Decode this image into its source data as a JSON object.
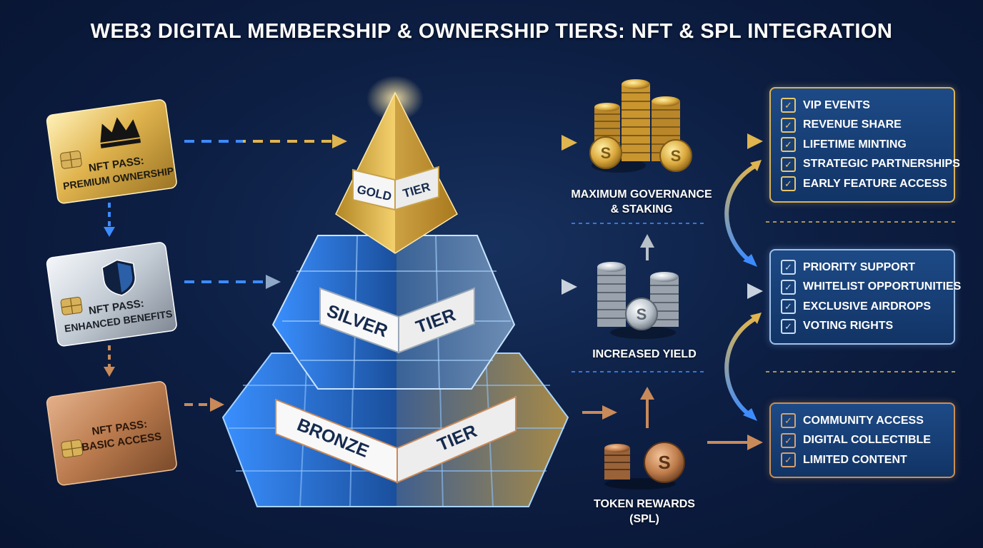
{
  "title": "WEB3 DIGITAL MEMBERSHIP & OWNERSHIP TIERS: NFT & SPL INTEGRATION",
  "colors": {
    "background": "#0d1f44",
    "gold": "#e0b44e",
    "silver": "#c9d2dc",
    "bronze": "#c98a5a",
    "accent_blue": "#3d8cff"
  },
  "cards": [
    {
      "line1": "NFT PASS:",
      "line2": "PREMIUM OWNERSHIP",
      "icon": "crown-icon"
    },
    {
      "line1": "NFT PASS:",
      "line2": "ENHANCED BENEFITS",
      "icon": "shield-icon"
    },
    {
      "line1": "NFT PASS:",
      "line2": "BASIC ACCESS",
      "icon": "chip-icon"
    }
  ],
  "tiers": [
    {
      "word1": "GOLD",
      "word2": "TIER"
    },
    {
      "word1": "SILVER",
      "word2": "TIER"
    },
    {
      "word1": "BRONZE",
      "word2": "TIER"
    }
  ],
  "rewards": [
    {
      "line1": "MAXIMUM GOVERNANCE",
      "line2": "& STAKING",
      "icon": "gold-coins-icon"
    },
    {
      "line1": "INCREASED YIELD",
      "line2": "",
      "icon": "silver-coins-icon"
    },
    {
      "line1": "TOKEN REWARDS",
      "line2": "(SPL)",
      "icon": "bronze-coins-icon"
    }
  ],
  "benefits": {
    "gold": [
      "VIP EVENTS",
      "REVENUE SHARE",
      "LIFETIME MINTING",
      "STRATEGIC PARTNERSHIPS",
      "EARLY FEATURE ACCESS"
    ],
    "silver": [
      "PRIORITY SUPPORT",
      "WHITELIST OPPORTUNITIES",
      "EXCLUSIVE AIRDROPS",
      "VOTING RIGHTS"
    ],
    "bronze": [
      "COMMUNITY ACCESS",
      "DIGITAL COLLECTIBLE",
      "LIMITED CONTENT"
    ]
  }
}
